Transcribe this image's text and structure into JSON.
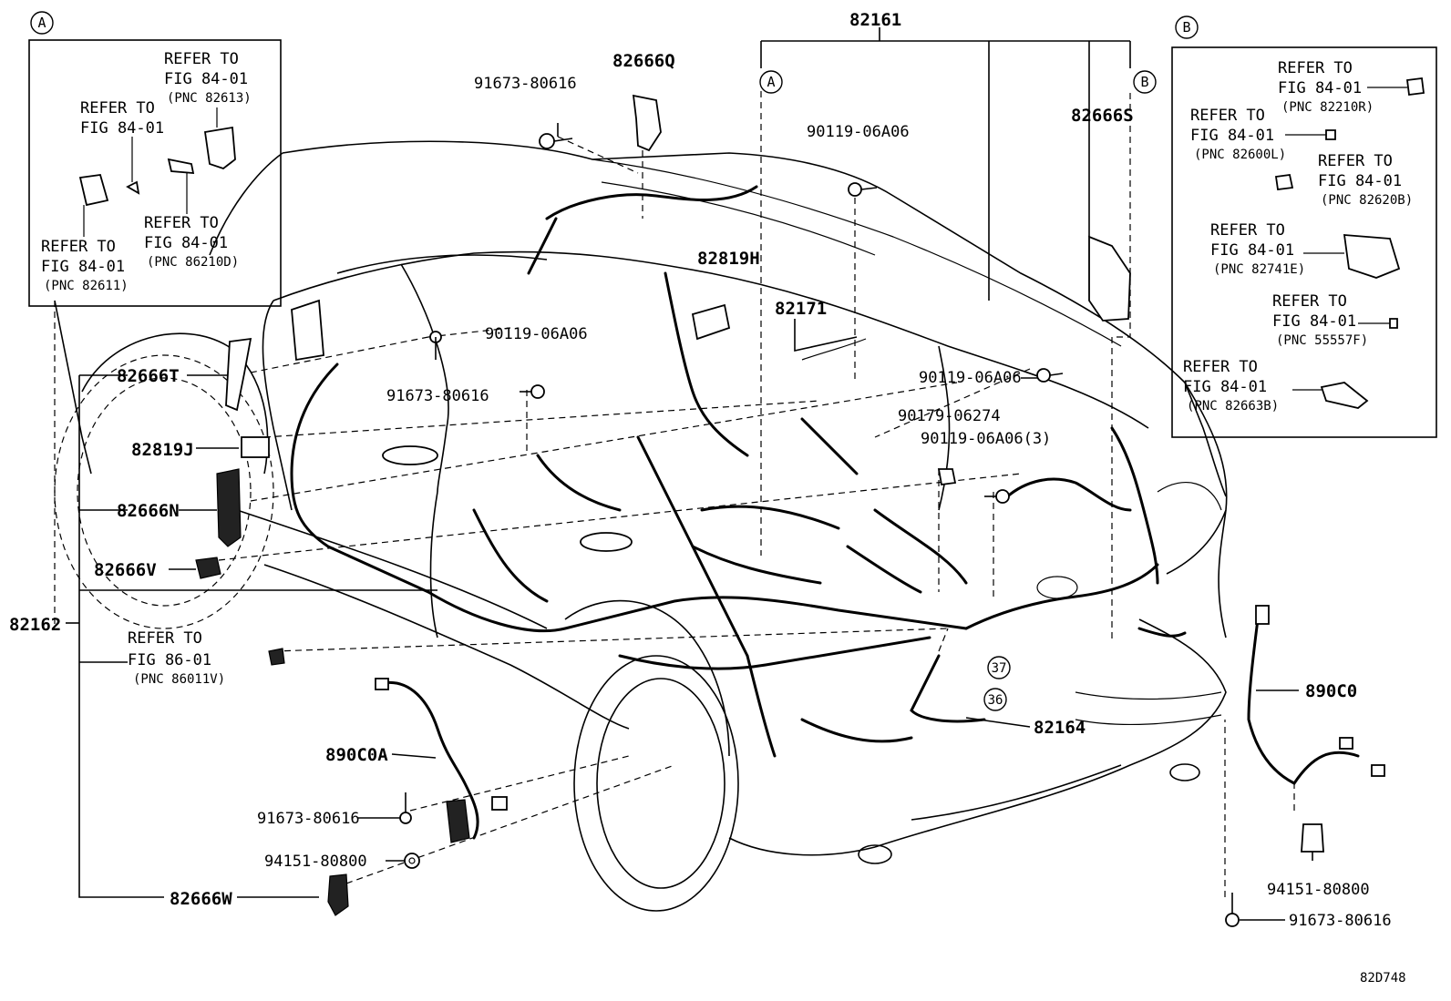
{
  "diagram_code": "82D748",
  "callouts": {
    "A": "A",
    "B": "B",
    "n36": "36",
    "n37": "37"
  },
  "labels": {
    "p82161": "82161",
    "p82666Q": "82666Q",
    "p91673_top": "91673-80616",
    "p90119_top": "90119-06A06",
    "p82666S": "82666S",
    "p82819H": "82819H",
    "p82171": "82171",
    "p90119_mid": "90119-06A06",
    "p91673_mid": "91673-80616",
    "p90119_right": "90119-06A06",
    "p90179": "90179-06274",
    "p90119_3": "90119-06A06(3)",
    "p82666T": "82666T",
    "p82819J": "82819J",
    "p82666N": "82666N",
    "p82666V": "82666V",
    "p82162": "82162",
    "p890C0A": "890C0A",
    "p91673_low": "91673-80616",
    "p94151_low": "94151-80800",
    "p82666W": "82666W",
    "p82164": "82164",
    "p890C0": "890C0",
    "p94151_right": "94151-80800",
    "p91673_right": "91673-80616"
  },
  "refer_86": {
    "l1": "REFER TO",
    "l2": "FIG 86-01",
    "l3": "(PNC 86011V)"
  },
  "box_a": {
    "r1": {
      "l1": "REFER TO",
      "l2": "FIG 84-01",
      "l3": "(PNC 82613)"
    },
    "r2": {
      "l1": "REFER TO",
      "l2": "FIG 84-01"
    },
    "r3": {
      "l1": "REFER TO",
      "l2": "FIG 84-01",
      "l3": "(PNC 86210D)"
    },
    "r4": {
      "l1": "REFER TO",
      "l2": "FIG 84-01",
      "l3": "(PNC 82611)"
    }
  },
  "box_b": {
    "r1": {
      "l1": "REFER TO",
      "l2": "FIG 84-01",
      "l3": "(PNC 82210R)"
    },
    "r2": {
      "l1": "REFER TO",
      "l2": "FIG 84-01",
      "l3": "(PNC 82600L)"
    },
    "r3": {
      "l1": "REFER TO",
      "l2": "FIG 84-01",
      "l3": "(PNC 82620B)"
    },
    "r4": {
      "l1": "REFER TO",
      "l2": "FIG 84-01",
      "l3": "(PNC 82741E)"
    },
    "r5": {
      "l1": "REFER TO",
      "l2": "FIG 84-01",
      "l3": "(PNC 55557F)"
    },
    "r6": {
      "l1": "REFER TO",
      "l2": "FIG 84-01",
      "l3": "(PNC 82663B)"
    }
  }
}
